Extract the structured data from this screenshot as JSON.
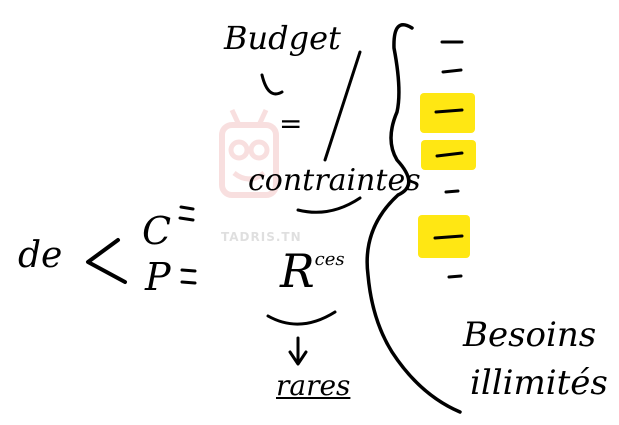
{
  "labels": {
    "budget": "Budget",
    "equals": "=",
    "contraintes": "contraintes",
    "besoins_line1": "Besoins",
    "besoins_line2": "illimités",
    "de": "de",
    "c": "C",
    "p": "P",
    "r": "R",
    "r_superscript": "ces",
    "rares": "rares"
  },
  "watermark": {
    "text": "TADRIS.TN"
  },
  "highlight_color": "#ffe713",
  "highlighted_dash_indices": [
    2,
    3,
    5
  ]
}
